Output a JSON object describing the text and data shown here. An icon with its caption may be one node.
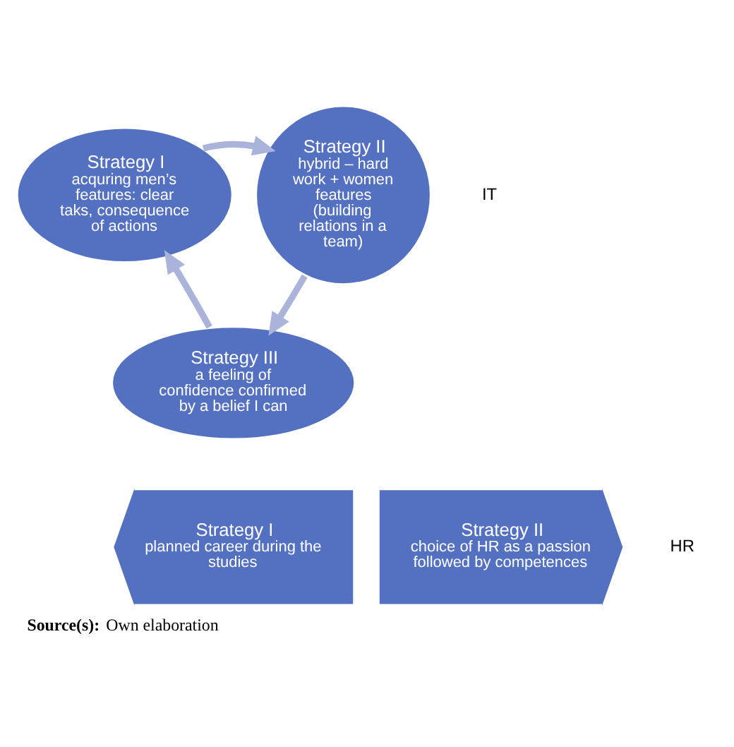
{
  "diagram": {
    "caption": "**Source(s):** Own elaboration",
    "nodes": [
      {
        "text": [
          "Strategy I",
          "acquring men’s features: clear taks, consequence of actions"
        ]
      },
      {
        "text": [
          "Strategy II",
          "hybrid – hard work + women features (building relations in a team)"
        ]
      },
      {
        "text": [
          "Strategy III",
          "a feeling of confidence confirmed by a belief I can"
        ]
      },
      {
        "text": [
          "Strategy I",
          "planned career during the studies"
        ]
      },
      {
        "text": [
          "Strategy II",
          "choice of HR as a passion followed by competences"
        ]
      }
    ],
    "edges": [
      {
        "from": 0,
        "to": 1,
        "arrow": "to"
      },
      {
        "from": 1,
        "to": 2,
        "arrow": "to"
      },
      {
        "from": 2,
        "to": 0,
        "arrow": "to"
      }
    ],
    "labels": [
      "IT",
      "HR"
    ]
  }
}
